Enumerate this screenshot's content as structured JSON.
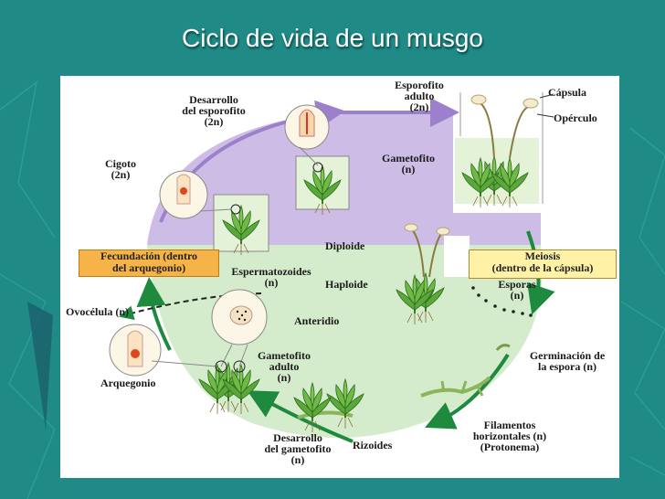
{
  "slide": {
    "title": "Ciclo de vida de un musgo",
    "colors": {
      "background": "#1f8a86",
      "diploid": "#cdbde6",
      "haploid": "#d5eccc",
      "arrow": "#1e8a3e",
      "cycle_top": "#9c80cc",
      "fertilization_box": "#f6b347",
      "meiosis_box": "#fff2a6"
    }
  },
  "diagram": {
    "zones": {
      "diploid": "Diploide",
      "haploid": "Haploide"
    },
    "boxes": {
      "fertilization": "Fecundación (dentro\ndel arquegonio)",
      "meiosis": "Meiosis\n(dentro de la cápsula)"
    },
    "labels": {
      "esporofito_adulto": "Esporofito\nadulto\n(2n)",
      "capsula": "Cápsula",
      "operculo": "Opérculo",
      "desarrollo_esporofito": "Desarrollo\ndel esporofito\n(2n)",
      "cigoto": "Cigoto\n(2n)",
      "gametofito": "Gametofito\n(n)",
      "espermatozoides": "Espermatozoides\n(n)",
      "ovocelula": "Ovocélula (n)",
      "anteridio": "Anteridio",
      "arquegonio": "Arquegonio",
      "gametofito_adulto": "Gametofito\nadulto\n(n)",
      "esporas": "Esporas\n(n)",
      "germinacion": "Germinación de\nla espora (n)",
      "filamentos": "Filamentos\nhorizontales (n)\n(Protonema)",
      "rizoides": "Rizoides",
      "desarrollo_gametofito": "Desarrollo\ndel gametofito\n(n)"
    }
  }
}
